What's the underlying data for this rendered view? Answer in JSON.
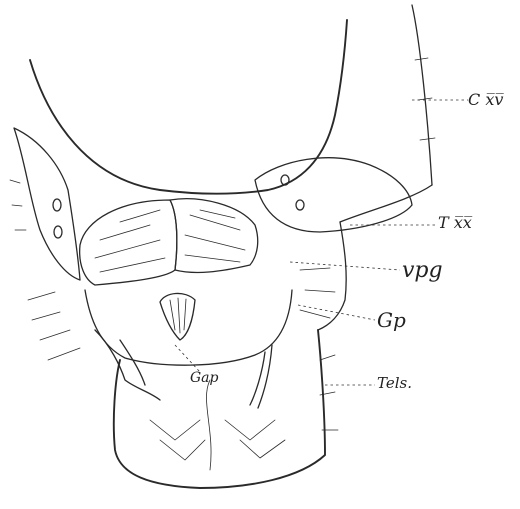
{
  "labels": {
    "cxv": "C x̅v̅",
    "txx": "T x̅x̅",
    "vpg": "vpg",
    "gp": "Gp",
    "tels": "Tels.",
    "gap": "Gap"
  }
}
